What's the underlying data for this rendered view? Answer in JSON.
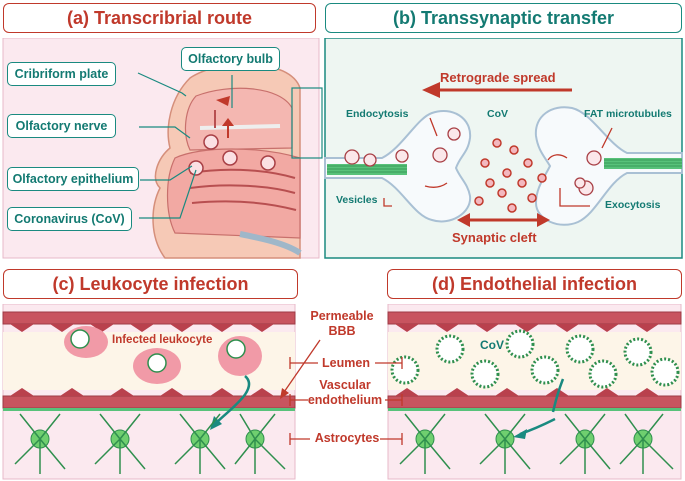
{
  "panels": {
    "a": {
      "title": "(a) Transcribrial route",
      "labels": {
        "bulb": "Olfactory bulb",
        "plate": "Cribriform plate",
        "nerve": "Olfactory nerve",
        "epithelium": "Olfactory epithelium",
        "cov": "Coronavirus (CoV)"
      }
    },
    "b": {
      "title": "(b) Transsynaptic transfer",
      "labels": {
        "retro": "Retrograde spread",
        "endo": "Endocytosis",
        "cov": "CoV",
        "fat": "FAT microtubules",
        "vesicles": "Vesicles",
        "exo": "Exocytosis",
        "cleft": "Synaptic cleft"
      }
    },
    "c": {
      "title": "(c) Leukocyte infection",
      "labels": {
        "infected": "Infected leukocyte"
      }
    },
    "d": {
      "title": "(d) Endothelial infection",
      "labels": {
        "cov": "CoV"
      }
    }
  },
  "center_labels": {
    "permeable": "Permeable BBB",
    "leumen": "Leumen",
    "vascular": "Vascular endothelium",
    "astrocytes": "Astrocytes"
  },
  "colors": {
    "red": "#c0392b",
    "teal": "#137a72",
    "pink_bg": "#fbe9ef",
    "green": "#3cb371",
    "green_bg": "#eef6f2"
  }
}
